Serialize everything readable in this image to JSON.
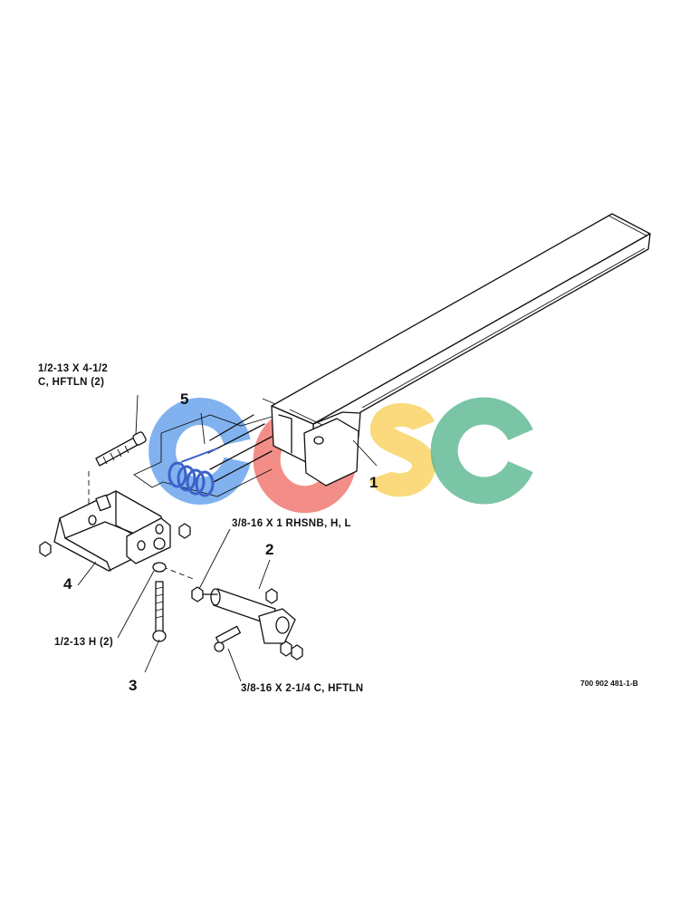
{
  "callouts": {
    "item1": "1",
    "item2": "2",
    "item3": "3",
    "item4": "4",
    "item5": "5"
  },
  "hardware": {
    "bolt_top_line1": "1/2-13 X 4-1/2",
    "bolt_top_line2": "C, HFTLN (2)",
    "rhsnb": "3/8-16 X 1 RHSNB, H, L",
    "hex_nut": "1/2-13 H (2)",
    "bolt_bottom": "3/8-16 X 2-1/4 C, HFTLN"
  },
  "drawing_number": "700 902 481-1-B",
  "watermark": {
    "letters": [
      "C",
      "G",
      "S",
      "C"
    ],
    "colors": [
      "#5b9bea",
      "#ef6c63",
      "#f8cf55",
      "#52b48b"
    ]
  },
  "icons": {
    "spring": "coil-spring-icon"
  },
  "colors": {
    "line": "#111111",
    "spring": "#3a62c9"
  }
}
